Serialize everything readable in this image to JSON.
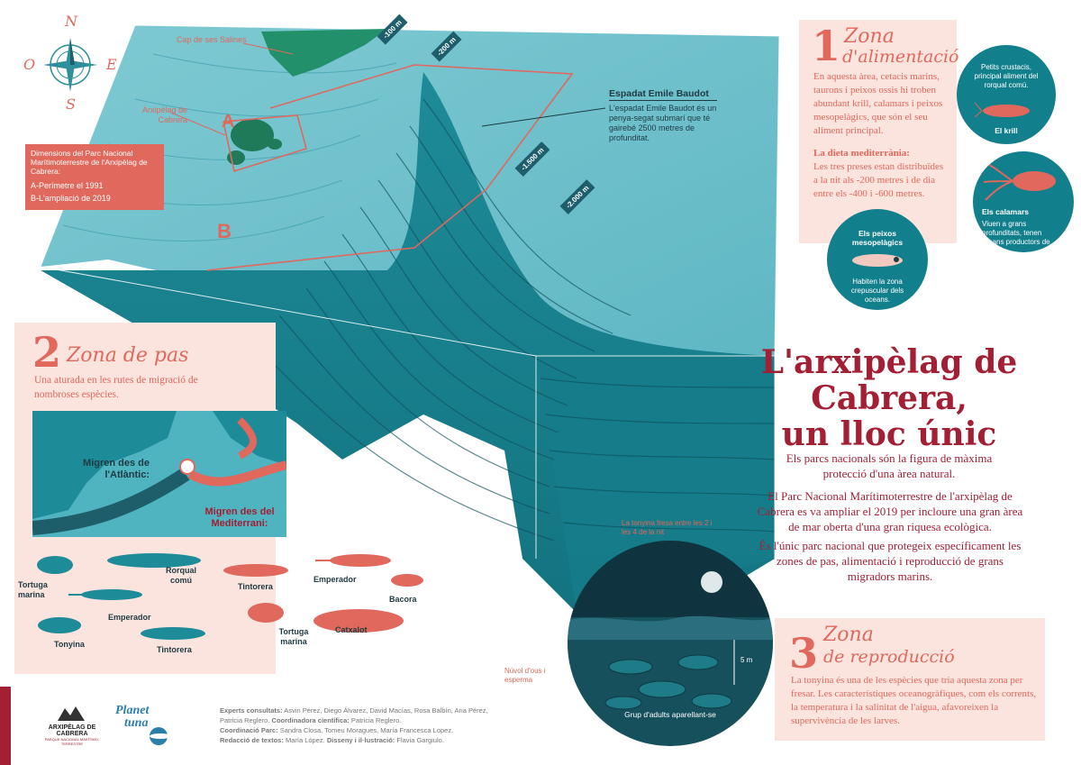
{
  "compass": {
    "n": "N",
    "s": "S",
    "e": "E",
    "w": "O"
  },
  "map_labels": {
    "cap": "Cap de ses Salines",
    "archipelago": "Arxipèlag de Cabrera",
    "a": "A",
    "b": "B",
    "depths": [
      "-100 m",
      "-200 m",
      "-1.500 m",
      "-2.000 m"
    ]
  },
  "dimensions_box": {
    "title": "Dimensions del Parc Nacional Marítimoterrestre de l'Arxipèlag de Cabrera:",
    "a": "A-Perímetre el 1991",
    "b": "B-L'ampliació de 2019"
  },
  "espadat": {
    "title": "Espadat Emile Baudot",
    "text": "L'espadat Emile Baudot és un penya-segat submarí que té gairebé 2500 metres de profunditat."
  },
  "zone1": {
    "num": "1",
    "title_line1": "Zona",
    "title_line2": "d'alimentació",
    "text": "En aquesta àrea, cetacis marins, taurons i peixos ossis hi troben abundant krill, calamars i peixos mesopelàgics, que són el seu aliment principal.",
    "diet_title": "La dieta mediterrània:",
    "diet_text": "Les tres preses estan distribuïdes a la nit als -200 metres i de dia entre els -400 i -600 metres.",
    "krill_top": "Petits crustacis, principal aliment del rorqual comú.",
    "krill_name": "El krill",
    "squid_name": "Els calamars",
    "squid_text": "Viuen a grans profunditats, tenen òrgans productors de llum.",
    "fish_name": "Els peixos mesopelàgics",
    "fish_text": "Habiten la zona crepuscular dels oceans."
  },
  "zone2": {
    "num": "2",
    "title": "Zona de pas",
    "text": "Una aturada en les rutes de migració de nombroses espècies.",
    "atlantic": "Migren des de l'Atlàntic:",
    "mediterranean": "Migren des del Mediterrani:",
    "species": {
      "tortuga1": "Tortuga marina",
      "rorqual": "Rorqual comú",
      "emperador1": "Emperador",
      "tonyina": "Tonyina",
      "tintorera1": "Tintorera",
      "tintorera2": "Tintorera",
      "emperador2": "Emperador",
      "bacora": "Bacora",
      "tortuga2": "Tortuga marina",
      "catxalot": "Catxalot"
    }
  },
  "main": {
    "title_l1": "L'arxipèlag de",
    "title_l2": "Cabrera,",
    "title_l3": "un lloc únic",
    "p1": "Els parcs nacionals són la figura de màxima protecció d'una àrea natural.",
    "p2": "El Parc Nacional Marítimoterrestre de l'arxipèlag de Cabrera es va ampliar el 2019 per incloure una gran àrea de mar oberta d'una gran riquesa ecològica.",
    "p3": "És l'únic parc nacional que protegeix específicament les zones de pas, alimentació i reproducció de grans migradors marins."
  },
  "zone3": {
    "num": "3",
    "title_line1": "Zona",
    "title_line2": "de reproducció",
    "text": "La tonyina és una de les espècies que tria aquesta zona per fresar. Les característiques oceanogràfiques, com els corrents, la temperatura i la salinitat de l'aigua, afavoreixen la supervivència de les larves.",
    "night": "La tonyina fresa entre les 2 i les 4 de la nit",
    "cloud": "Núvol d'ous i esperma",
    "depth": "5 m",
    "group": "Grup d'adults aparellant-se"
  },
  "footer": {
    "logo1_l1": "ARXIPÈLAG DE",
    "logo1_l2": "CABRERA",
    "logo1_l3": "PARQUE NACIONAL MARÍTIMO-TERRESTRE",
    "logo2_l1": "Planet",
    "logo2_l2": "tuna",
    "experts_label": "Experts consultats:",
    "experts": "Asvin Pérez, Diego Álvarez, David Macías, Rosa Balbín, Ana Pérez, Patricia Reglero.",
    "coord_sci_label": "Coordinadora científica:",
    "coord_sci": "Patricia Reglero.",
    "coord_park_label": "Coordinació Parc:",
    "coord_park": "Sandra Closa, Tomeu Moragues, María Francesca Lopez.",
    "texts_label": "Redacció de textos:",
    "texts": "María López.",
    "design_label": "Disseny i il·lustració:",
    "design": "Flavia Gargiulo."
  }
}
